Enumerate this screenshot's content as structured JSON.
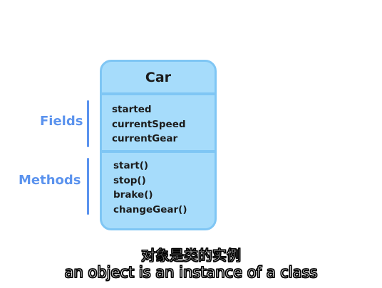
{
  "class_card": {
    "name": "Car",
    "fields": [
      "started",
      "currentSpeed",
      "currentGear"
    ],
    "methods": [
      "start()",
      "stop()",
      "brake()",
      "changeGear()"
    ]
  },
  "labels": {
    "fields": "Fields",
    "methods": "Methods"
  },
  "subtitles": {
    "chinese": "对象是类的实例",
    "english": "an object is an instance of a class"
  },
  "colors": {
    "card_fill": "#a6dcfb",
    "card_border": "#7fc6f4",
    "label_accent": "#5b93ee",
    "text": "#1b1b1b"
  }
}
